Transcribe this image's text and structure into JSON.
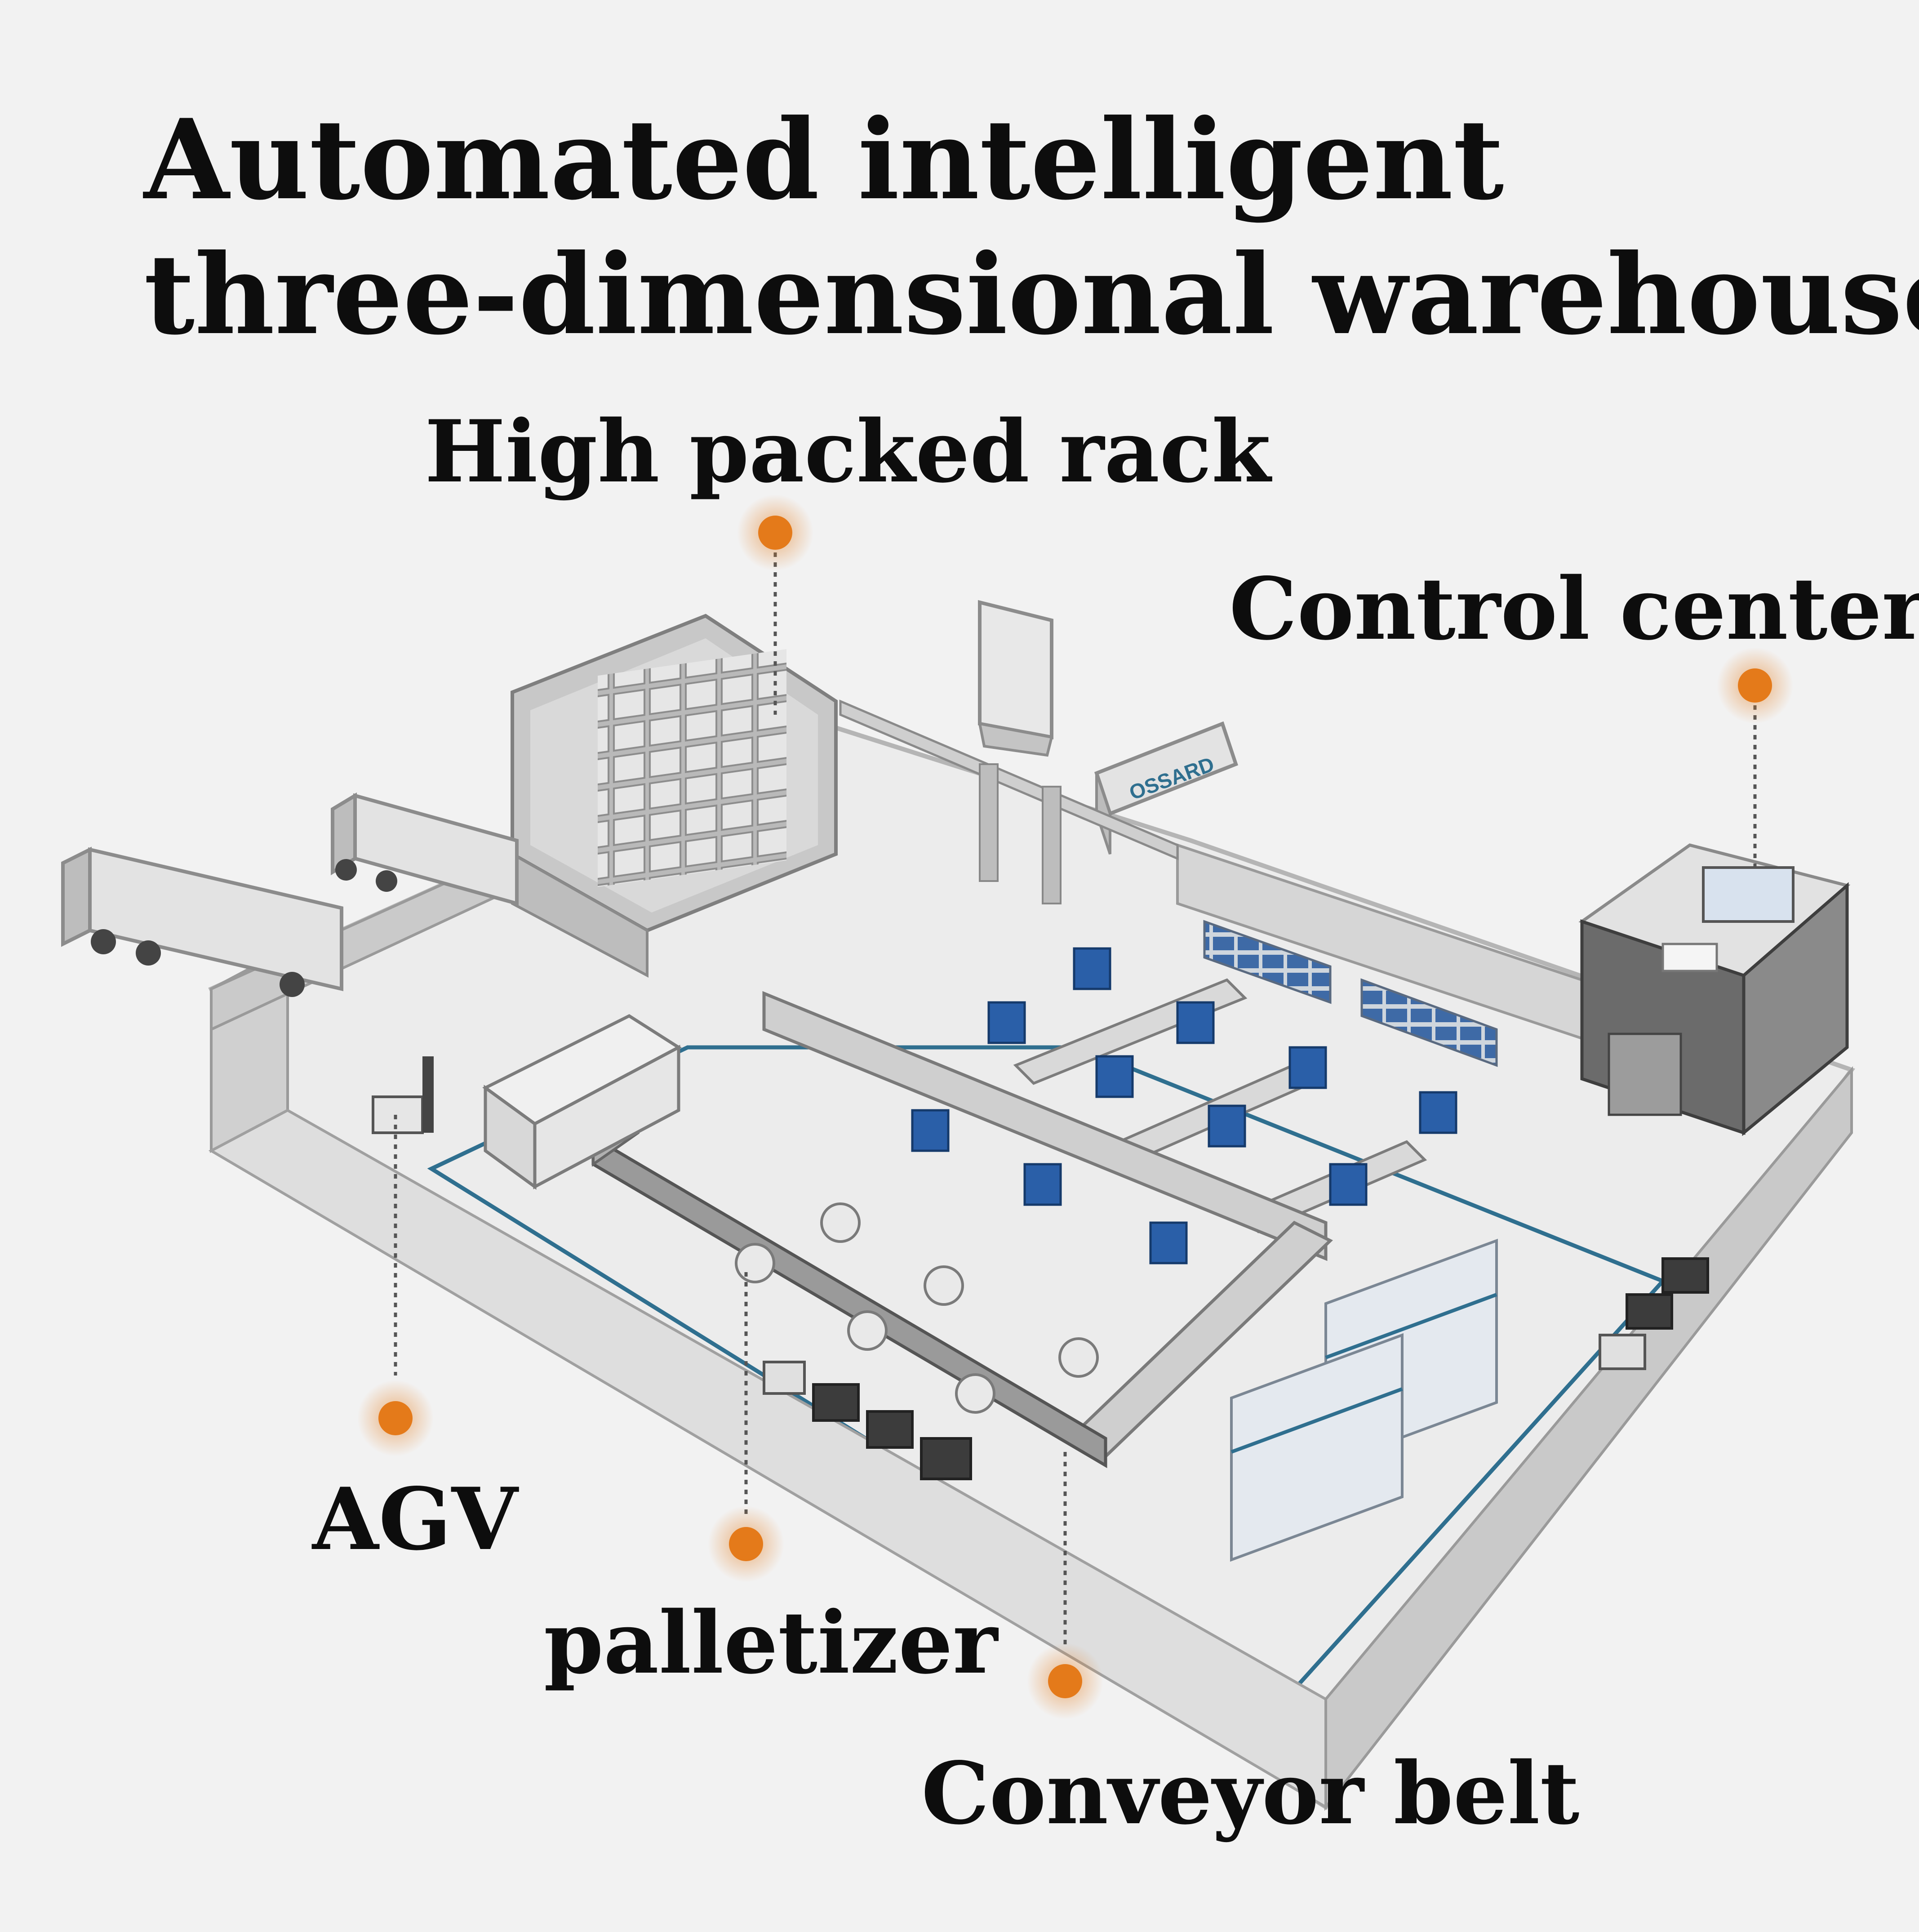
{
  "title": {
    "line1": "Automated intelligent",
    "line2": "three-dimensional warehouse"
  },
  "callouts": {
    "high_packed_rack": "High packed rack",
    "control_center": "Control center",
    "agv": "AGV",
    "palletizer": "palletizer",
    "conveyor_belt": "Conveyor belt"
  },
  "truck_brand": "OSSARD",
  "colors": {
    "accent_orange": "#e47a1a",
    "floor_line_blue": "#2f6f8f",
    "crate_blue": "#2a5fa8",
    "wall_gray": "#cfcfcf"
  }
}
